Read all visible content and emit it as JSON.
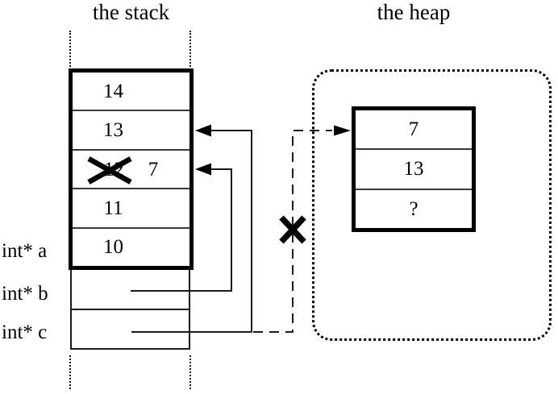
{
  "stack": {
    "title": "the stack",
    "cells": [
      {
        "value": "14"
      },
      {
        "value": "13"
      },
      {
        "old_value": "12",
        "new_value": "7",
        "crossed": true
      },
      {
        "value": "11"
      },
      {
        "value": "10"
      }
    ],
    "pointer_labels": [
      "int* a",
      "int* b",
      "int* c"
    ]
  },
  "heap": {
    "title": "the heap",
    "cells": [
      "7",
      "13",
      "?"
    ]
  },
  "relations": [
    {
      "pointer": "int* b",
      "style": "solid-arrow",
      "target": "stack cell containing crossed-out 12 / new 7"
    },
    {
      "pointer": "int* c",
      "style": "solid-arrow",
      "target": "stack cell containing 13"
    },
    {
      "pointer": "int* c (old)",
      "style": "dashed-arrow-crossed-out",
      "target": "heap record [7, 13, ?]"
    }
  ],
  "colors": {
    "background": "#ffffff",
    "line": "#000000",
    "divider": "#3a3a3a"
  }
}
